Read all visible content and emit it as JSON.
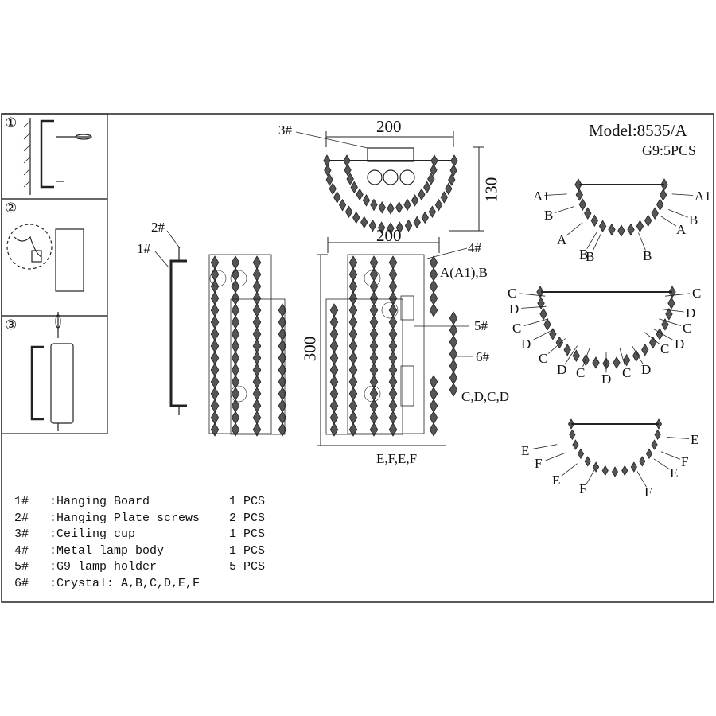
{
  "model": "Model:8535/A",
  "bulb": "G9:5PCS",
  "steps": [
    "①",
    "②",
    "③"
  ],
  "dimensions": {
    "top_width": "200",
    "top_height": "130",
    "front_width": "200",
    "front_height": "300"
  },
  "callouts": {
    "p1": "1#",
    "p2": "2#",
    "p3": "3#",
    "p4": "4#",
    "p5": "5#",
    "p6": "6#",
    "a_a1_b": "A(A1),B",
    "cdcd": "C,D,C,D",
    "efef": "E,F,E,F"
  },
  "arc1_labels": [
    "A1",
    "A1",
    "B",
    "B",
    "A",
    "A",
    "B",
    "B",
    "B"
  ],
  "arc2_labels": [
    "C",
    "C",
    "D",
    "D",
    "C",
    "C",
    "D",
    "D",
    "C",
    "C",
    "D",
    "D",
    "C",
    "D",
    "C"
  ],
  "arc3_labels": [
    "E",
    "E",
    "F",
    "F",
    "E",
    "E",
    "F",
    "F"
  ],
  "parts": [
    {
      "no": "1#",
      "name": ":Hanging Board",
      "qty": "1 PCS"
    },
    {
      "no": "2#",
      "name": ":Hanging Plate screws",
      "qty": "2 PCS"
    },
    {
      "no": "3#",
      "name": ":Ceiling cup",
      "qty": "1 PCS"
    },
    {
      "no": "4#",
      "name": ":Metal lamp body",
      "qty": "1 PCS"
    },
    {
      "no": "5#",
      "name": ":G9 lamp holder",
      "qty": "5 PCS"
    },
    {
      "no": "6#",
      "name": ":Crystal: A,B,C,D,E,F",
      "qty": ""
    }
  ]
}
